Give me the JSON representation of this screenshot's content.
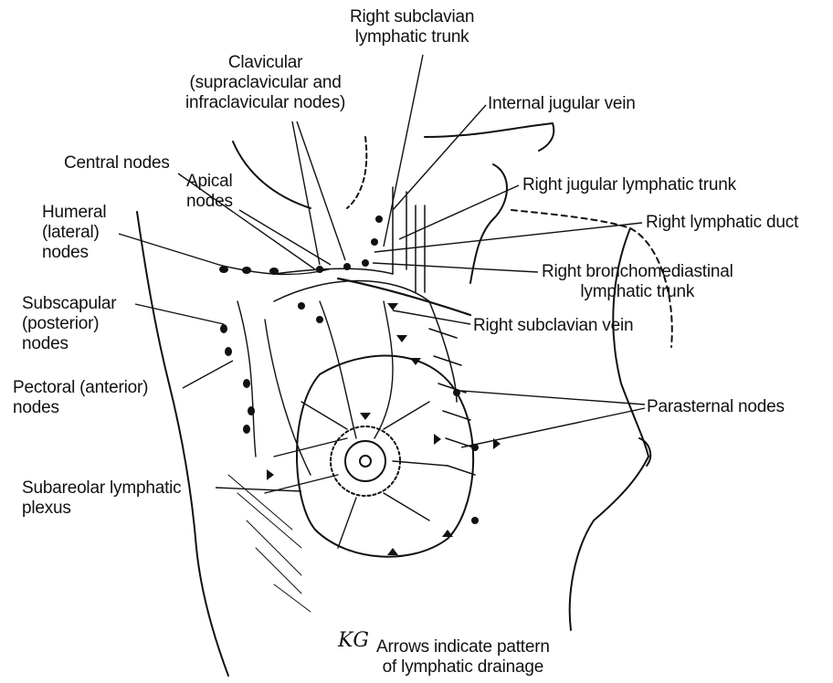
{
  "labels": {
    "right_subclavian_trunk": [
      "Right subclavian",
      "lymphatic trunk"
    ],
    "clavicular": [
      "Clavicular",
      "(supraclavicular and",
      "infraclavicular nodes)"
    ],
    "internal_jugular": [
      "Internal jugular vein"
    ],
    "central": [
      "Central nodes"
    ],
    "apical": [
      "Apical",
      "nodes"
    ],
    "right_jugular_trunk": [
      "Right jugular lymphatic trunk"
    ],
    "humeral": [
      "Humeral",
      "(lateral)",
      "nodes"
    ],
    "right_lymphatic_duct": [
      "Right lymphatic duct"
    ],
    "right_bronchomediastinal": [
      "Right bronchomediastinal",
      "lymphatic trunk"
    ],
    "subscapular": [
      "Subscapular",
      "(posterior)",
      "nodes"
    ],
    "right_subclavian_vein": [
      "Right subclavian vein"
    ],
    "pectoral": [
      "Pectoral (anterior)",
      "nodes"
    ],
    "parasternal": [
      "Parasternal nodes"
    ],
    "subareolar": [
      "Subareolar lymphatic",
      "plexus"
    ],
    "arrows_note": [
      "Arrows indicate pattern",
      "of lymphatic drainage"
    ]
  },
  "signature": "KG",
  "colors": {
    "ink": "#111111",
    "background": "#ffffff"
  }
}
